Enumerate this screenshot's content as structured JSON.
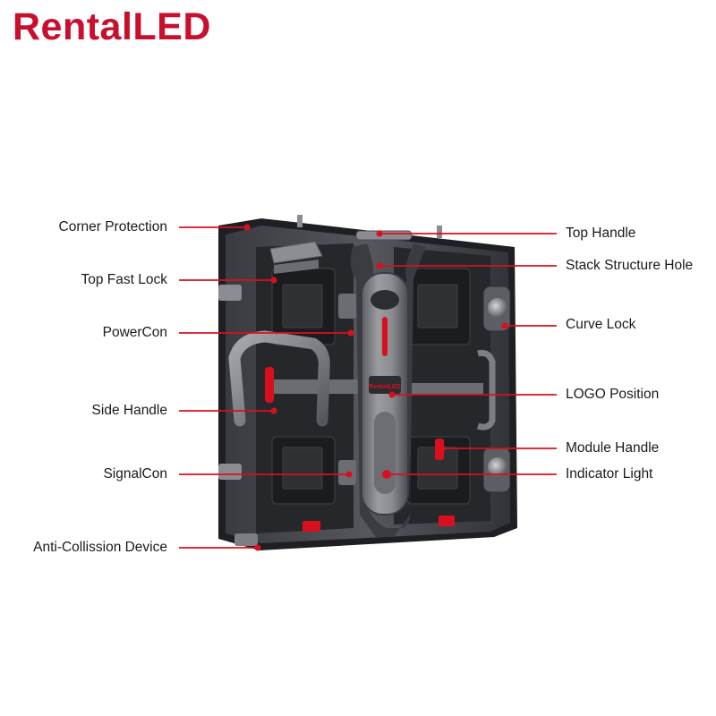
{
  "brand": {
    "name": "RentalLED",
    "color": "#c8102e"
  },
  "product": {
    "panel_logo": "RentalLED"
  },
  "callouts": {
    "left": [
      "Corner Protection",
      "Top Fast Lock",
      "PowerCon",
      "Side Handle",
      "SignalCon",
      "Anti-Collission Device"
    ],
    "right": [
      "Top Handle",
      "Stack Structure Hole",
      "Curve Lock",
      "LOGO Position",
      "Module Handle",
      "Indicator Light"
    ]
  },
  "colors": {
    "leader": "#d8101e",
    "cabinet": "#2b2c30",
    "metal": "#6e7075"
  }
}
